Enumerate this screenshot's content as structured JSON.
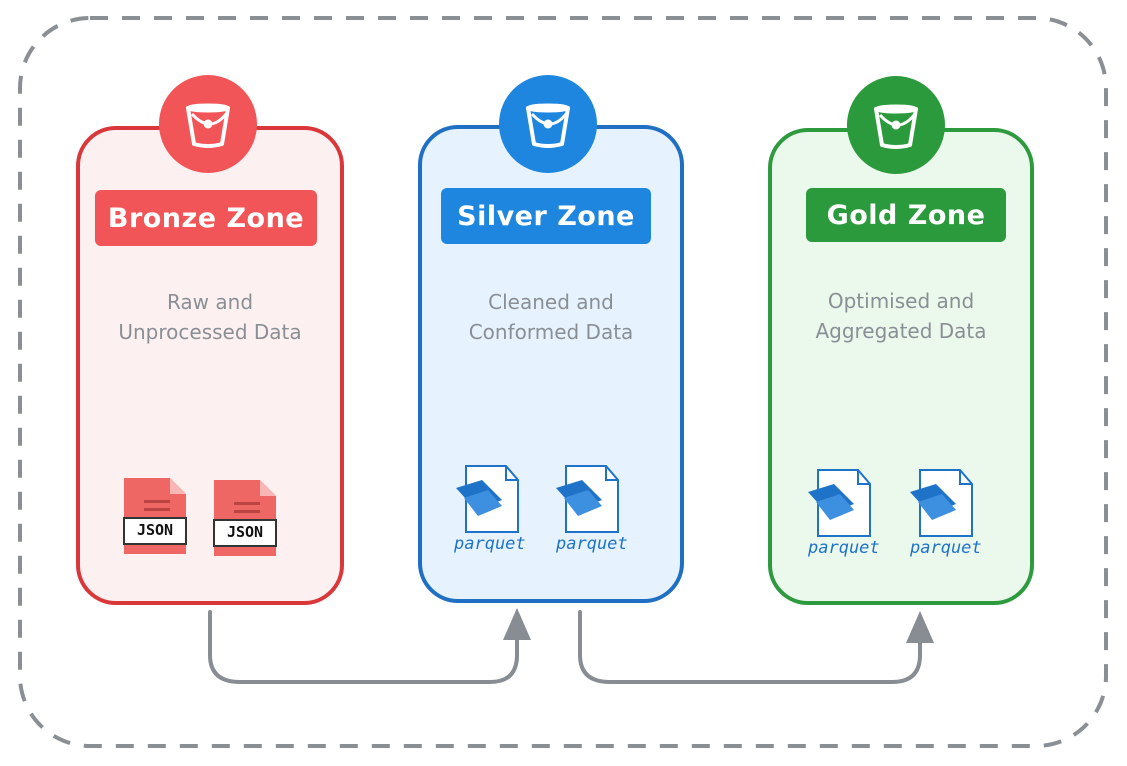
{
  "colors": {
    "bronze": "#d9373a",
    "bronze_fill": "#fdf0f0",
    "bronze_label": "#f25557",
    "silver": "#1f6fc4",
    "silver_fill": "#e6f2fd",
    "silver_label": "#1f86e0",
    "gold": "#2e9a3e",
    "gold_fill": "#ebf8ec",
    "gold_label": "#2a9a3c",
    "frame": "#8a8f95",
    "arrow": "#878d93"
  },
  "zones": [
    {
      "title": "Bronze Zone",
      "description_line1": "Raw and",
      "description_line2": "Unprocessed Data",
      "icon": "bucket-icon",
      "file_type": "json-file-icon",
      "files": [
        "JSON",
        "JSON"
      ]
    },
    {
      "title": "Silver Zone",
      "description_line1": "Cleaned and",
      "description_line2": "Conformed Data",
      "icon": "bucket-icon",
      "file_type": "parquet-file-icon",
      "files": [
        "parquet",
        "parquet"
      ]
    },
    {
      "title": "Gold Zone",
      "description_line1": "Optimised and",
      "description_line2": "Aggregated Data",
      "icon": "bucket-icon",
      "file_type": "parquet-file-icon",
      "files": [
        "parquet",
        "parquet"
      ]
    }
  ]
}
